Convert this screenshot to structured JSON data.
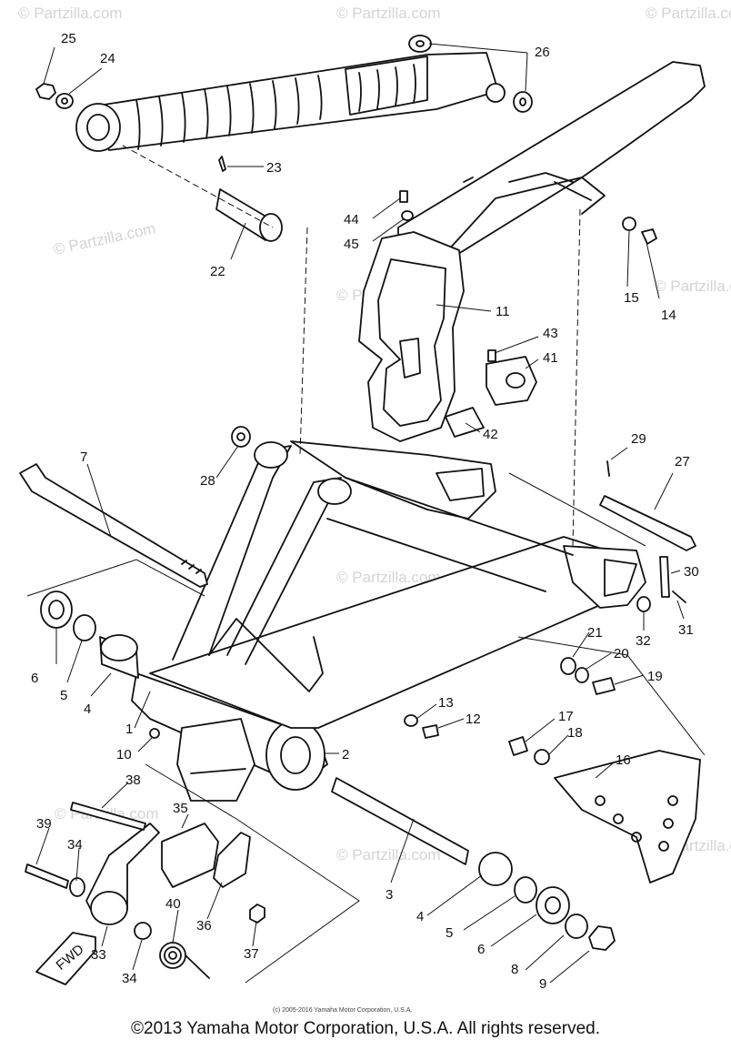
{
  "watermark_text": "© Partzilla.com",
  "small_copyright": "(c) 2005-2016 Yamaha Motor Corporation, U.S.A.",
  "footer_copyright": "©2013 Yamaha Motor Corporation, U.S.A. All rights reserved.",
  "fwd_label": "FWD",
  "callouts": {
    "c1": "1",
    "c2": "2",
    "c3": "3",
    "c4a": "4",
    "c4b": "4",
    "c5a": "5",
    "c5b": "5",
    "c6a": "6",
    "c6b": "6",
    "c7": "7",
    "c8": "8",
    "c9": "9",
    "c10": "10",
    "c11": "11",
    "c12": "12",
    "c13": "13",
    "c14": "14",
    "c15": "15",
    "c16": "16",
    "c17": "17",
    "c18": "18",
    "c19": "19",
    "c20": "20",
    "c21": "21",
    "c22": "22",
    "c23": "23",
    "c24": "24",
    "c25": "25",
    "c26": "26",
    "c27": "27",
    "c28": "28",
    "c29": "29",
    "c30": "30",
    "c31": "31",
    "c32": "32",
    "c33": "33",
    "c34a": "34",
    "c34b": "34",
    "c35": "35",
    "c36": "36",
    "c37": "37",
    "c38": "38",
    "c39": "39",
    "c40": "40",
    "c41": "41",
    "c42": "42",
    "c43": "43",
    "c44": "44",
    "c45": "45"
  }
}
